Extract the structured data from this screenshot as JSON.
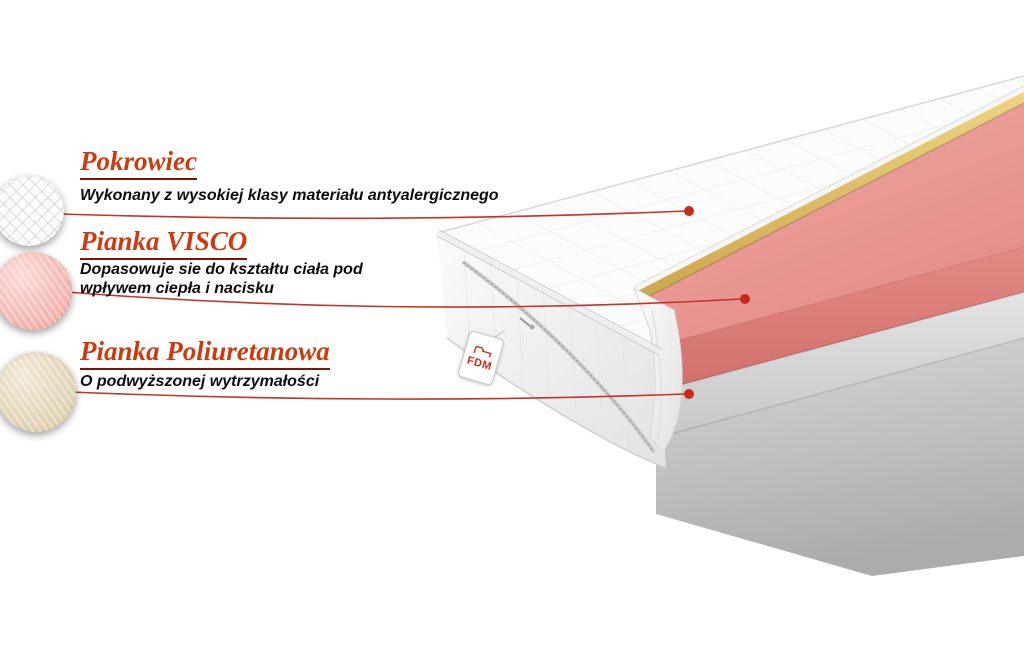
{
  "product_diagram": {
    "layers": [
      {
        "heading": "Pokrowiec",
        "description": "Wykonany z wysokiej klasy materiału antyalergicznego",
        "swatch": "quilted-white-fabric"
      },
      {
        "heading": "Pianka VISCO",
        "description": "Dopasowuje sie do kształtu ciała pod wpływem ciepła i nacisku",
        "swatch": "pink-visco-foam"
      },
      {
        "heading": "Pianka Poliuretanowa",
        "description": "O podwyższonej wytrzymałości",
        "swatch": "beige-polyurethane-foam"
      }
    ],
    "tag": {
      "label": "FDM"
    },
    "colors": {
      "accent_heading": "#ce3a0e",
      "underline": "#7c1504",
      "leader_line": "#c43325",
      "marker_dot": "#c8291b",
      "cover_white": "#fcfcfc",
      "inner_yellow": "#dfbc63",
      "visco_pink_top": "#eb9d98",
      "visco_pink_front": "#db7d78",
      "base_gray": "#c6c6c6"
    }
  }
}
